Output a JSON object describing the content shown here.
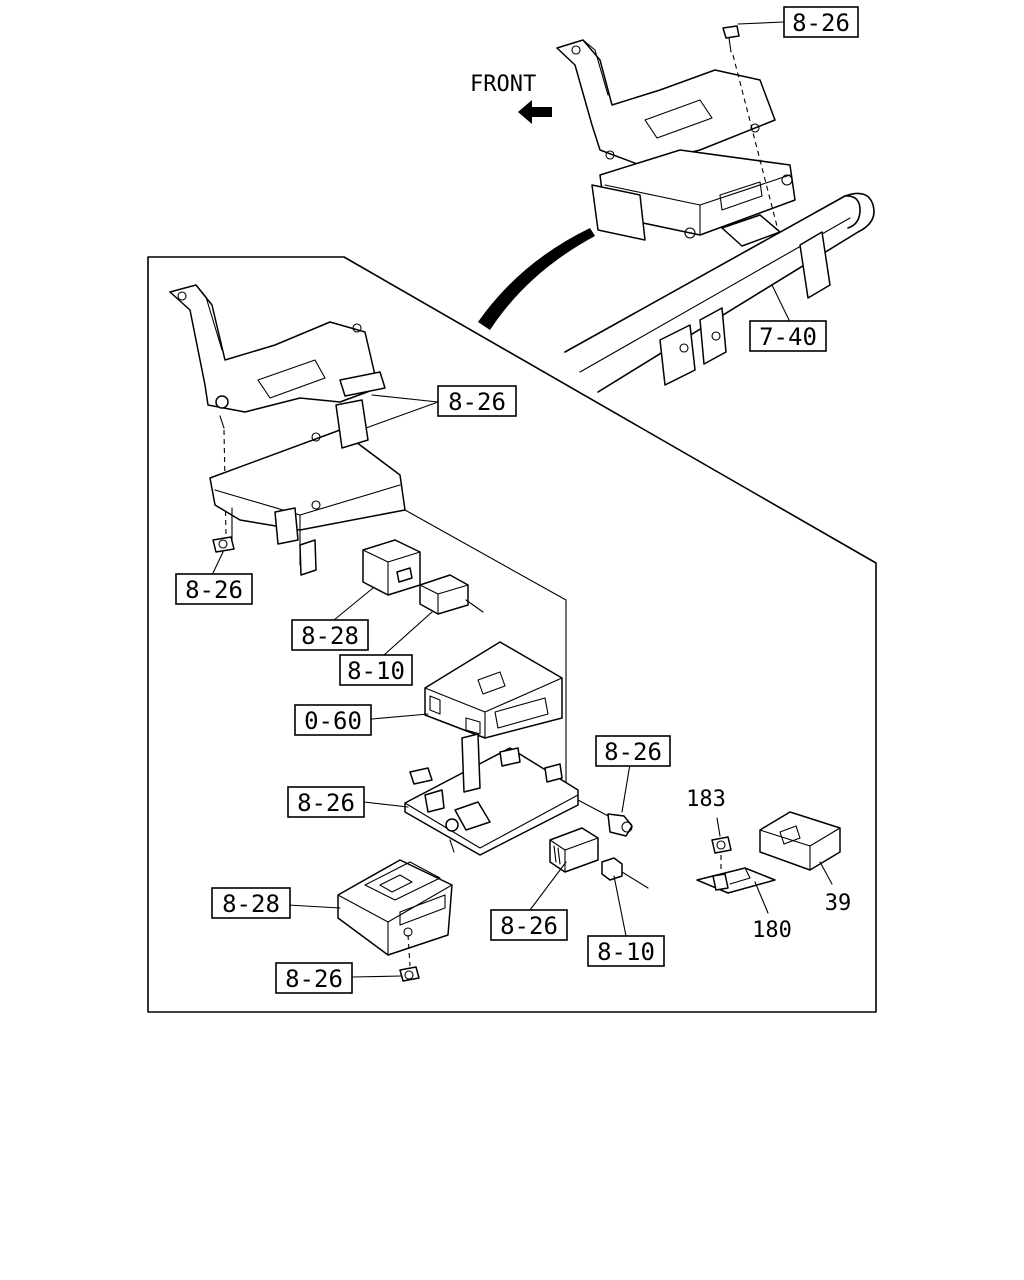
{
  "front_label": "FRONT",
  "callouts": {
    "top_bolt": "8-26",
    "frame": "7-40",
    "bracket_screws": "8-26",
    "left_nut": "8-26",
    "relay_a": "8-28",
    "relay_b": "8-10",
    "control_unit": "0-60",
    "right_bolt": "8-26",
    "lower_bracket": "8-26",
    "lower_module": "8-28",
    "bottom_nut": "8-26",
    "lower_relay": "8-26",
    "lower_connector": "8-10"
  },
  "plain_labels": {
    "nut": "183",
    "bracket": "180",
    "module": "39"
  }
}
